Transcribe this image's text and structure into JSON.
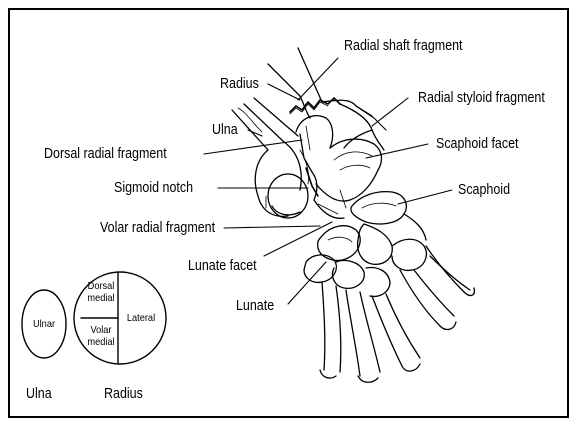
{
  "labels": {
    "radial_shaft_fragment": "Radial shaft fragment",
    "radius": "Radius",
    "radial_styloid_fragment": "Radial styloid fragment",
    "ulna": "Ulna",
    "scaphoid_facet": "Scaphoid facet",
    "dorsal_radial_fragment": "Dorsal radial fragment",
    "sigmoid_notch": "Sigmoid notch",
    "scaphoid": "Scaphoid",
    "volar_radial_fragment": "Volar radial fragment",
    "lunate_facet": "Lunate facet",
    "lunate": "Lunate"
  },
  "legend": {
    "ulna_circle": "Ulnar",
    "radius_quadrants": {
      "dorsal_medial": "Dorsal medial",
      "volar_medial": "Volar medial",
      "lateral": "Lateral"
    },
    "ulna_caption": "Ulna",
    "radius_caption": "Radius"
  },
  "colors": {
    "line": "#000000",
    "background": "#ffffff"
  }
}
